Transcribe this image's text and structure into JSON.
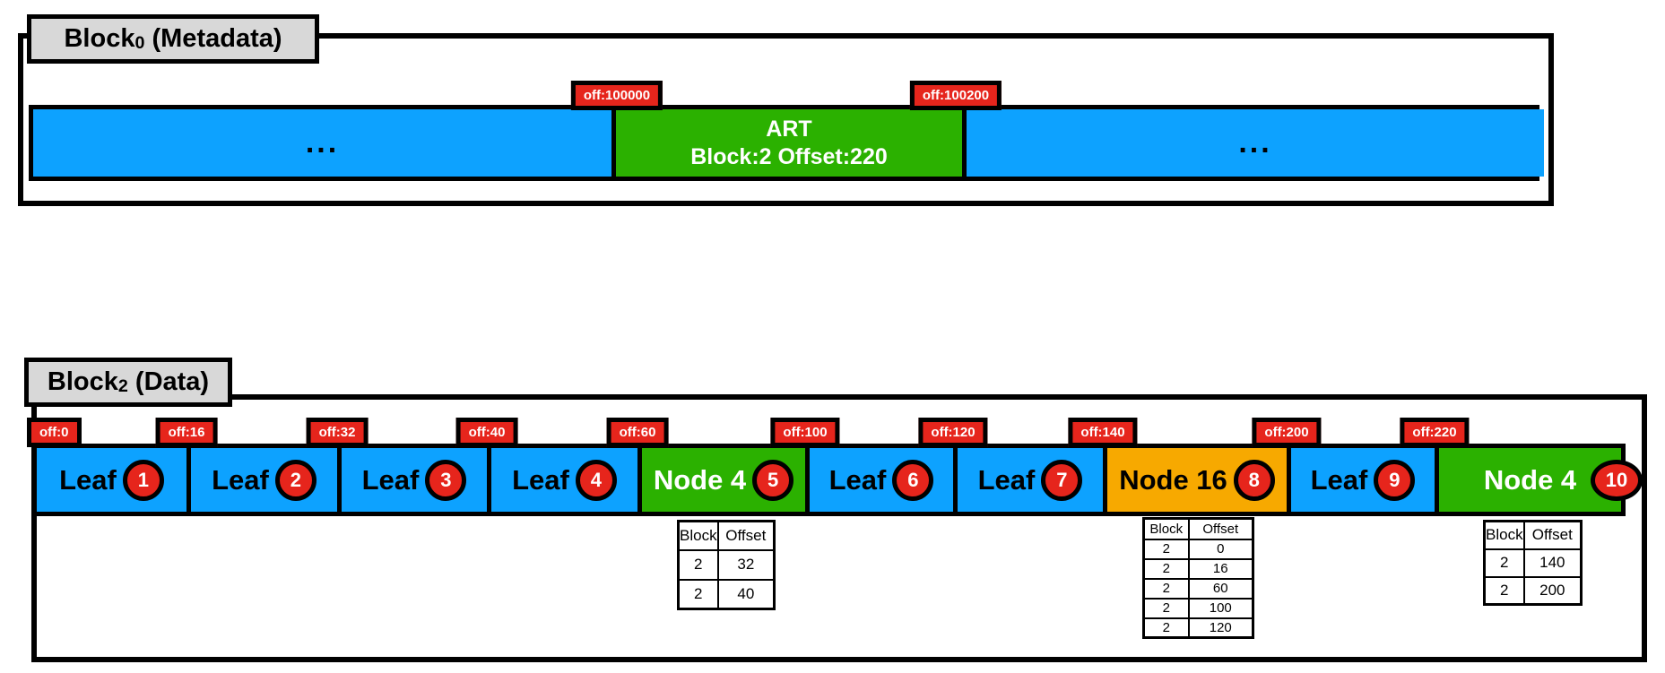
{
  "colors": {
    "blue": "#0DA2FF",
    "green": "#2BB100",
    "orange": "#F7A900",
    "red": "#E6251C",
    "gray": "#D8D8D8"
  },
  "top": {
    "title": {
      "main": "Block",
      "sub": "0",
      "suffix": " (Metadata)"
    },
    "offsets": [
      "off:100000",
      "off:100200"
    ],
    "segments": [
      {
        "label": "..."
      },
      {
        "line1": "ART",
        "line2": "Block:2 Offset:220"
      },
      {
        "label": "..."
      }
    ]
  },
  "bottom": {
    "title": {
      "main": "Block",
      "sub": "2",
      "suffix": " (Data)"
    },
    "offsets": [
      "off:0",
      "off:16",
      "off:32",
      "off:40",
      "off:60",
      "off:100",
      "off:120",
      "off:140",
      "off:200",
      "off:220"
    ],
    "segments": [
      {
        "label": "Leaf",
        "badge": "1"
      },
      {
        "label": "Leaf",
        "badge": "2"
      },
      {
        "label": "Leaf",
        "badge": "3"
      },
      {
        "label": "Leaf",
        "badge": "4"
      },
      {
        "label": "Node 4",
        "badge": "5"
      },
      {
        "label": "Leaf",
        "badge": "6"
      },
      {
        "label": "Leaf",
        "badge": "7"
      },
      {
        "label": "Node 16",
        "badge": "8"
      },
      {
        "label": "Leaf",
        "badge": "9"
      },
      {
        "label": "Node 4",
        "badge": "10"
      }
    ],
    "tables": [
      {
        "headers": [
          "Block",
          "Offset"
        ],
        "rows": [
          [
            "2",
            "32"
          ],
          [
            "2",
            "40"
          ]
        ]
      },
      {
        "headers": [
          "Block",
          "Offset"
        ],
        "rows": [
          [
            "2",
            "0"
          ],
          [
            "2",
            "16"
          ],
          [
            "2",
            "60"
          ],
          [
            "2",
            "100"
          ],
          [
            "2",
            "120"
          ]
        ]
      },
      {
        "headers": [
          "Block",
          "Offset"
        ],
        "rows": [
          [
            "2",
            "140"
          ],
          [
            "2",
            "200"
          ]
        ]
      }
    ]
  }
}
